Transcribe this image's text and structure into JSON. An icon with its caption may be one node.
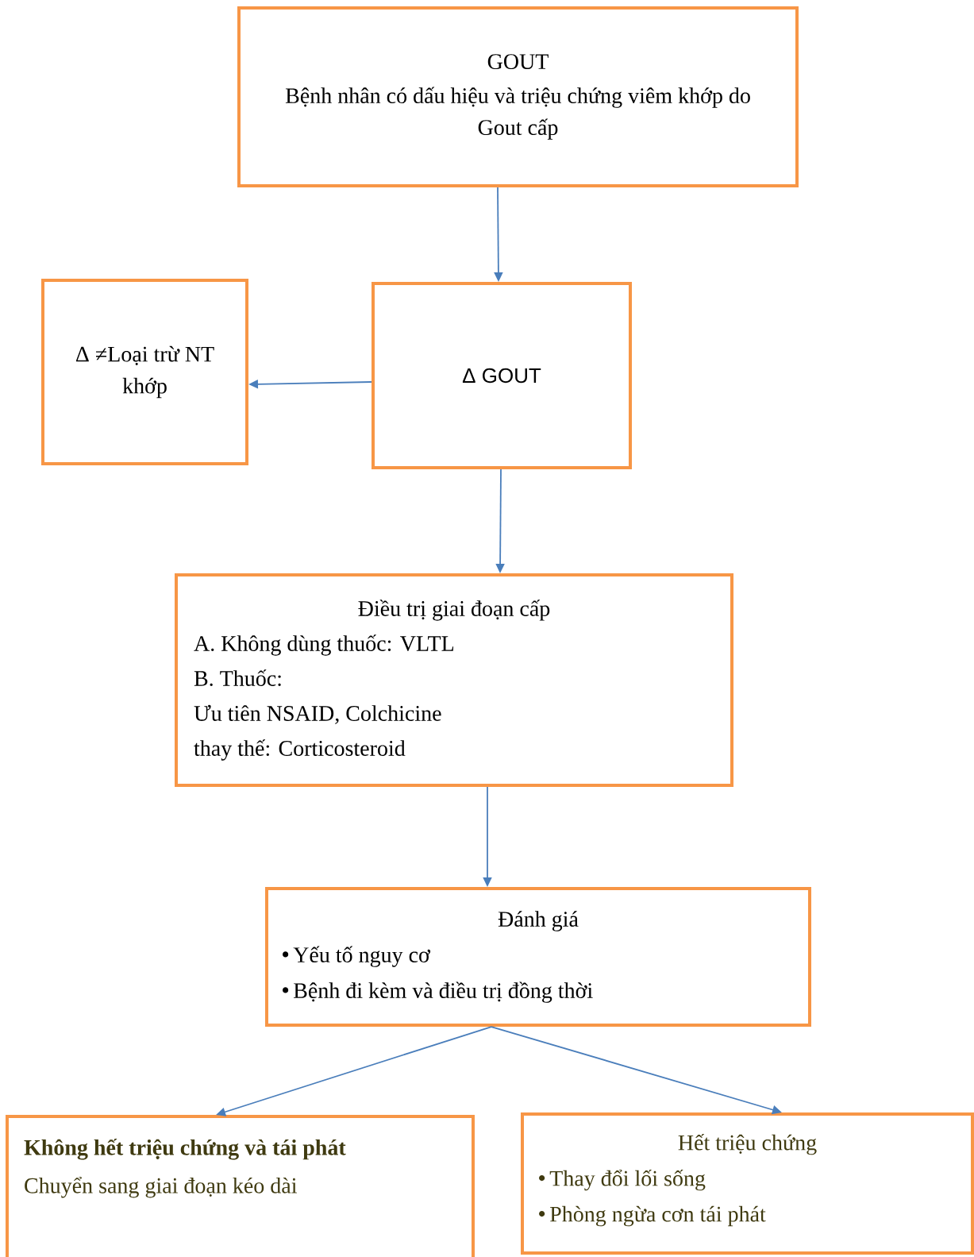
{
  "diagram": {
    "nodes": [
      {
        "text": [
          "GOUT",
          "Bệnh nhân có dấu hiệu và triệu chứng viêm khớp do Gout cấp"
        ]
      },
      {
        "text": [
          "Δ ≠Loại trừ NT khớp"
        ]
      },
      {
        "text": [
          "Δ GOUT"
        ]
      },
      {
        "text": [
          "Điều trị giai đoạn cấp",
          "A. Không dùng thuốc: VLTL",
          "B. Thuốc:",
          "Ưu tiên NSAID, Colchicine",
          "thay thế: Corticosteroid"
        ]
      },
      {
        "text": [
          "Đánh giá",
          "Yếu tố nguy cơ",
          "Bệnh đi kèm và điều trị đồng thời"
        ]
      },
      {
        "text": [
          "Không hết triệu chứng và tái phát",
          "Chuyển sang giai đoạn kéo dài"
        ]
      },
      {
        "text": [
          "Hết triệu chứng",
          "Thay đổi lối sống",
          "Phòng ngừa cơn tái phát"
        ]
      }
    ],
    "edges": [
      {
        "from": 0,
        "to": 2,
        "arrow": "to"
      },
      {
        "from": 2,
        "to": 1,
        "arrow": "to"
      },
      {
        "from": 2,
        "to": 3,
        "arrow": "to"
      },
      {
        "from": 3,
        "to": 4,
        "arrow": "to"
      },
      {
        "from": 4,
        "to": 5,
        "arrow": "to"
      },
      {
        "from": 4,
        "to": 6,
        "arrow": "to"
      }
    ]
  }
}
